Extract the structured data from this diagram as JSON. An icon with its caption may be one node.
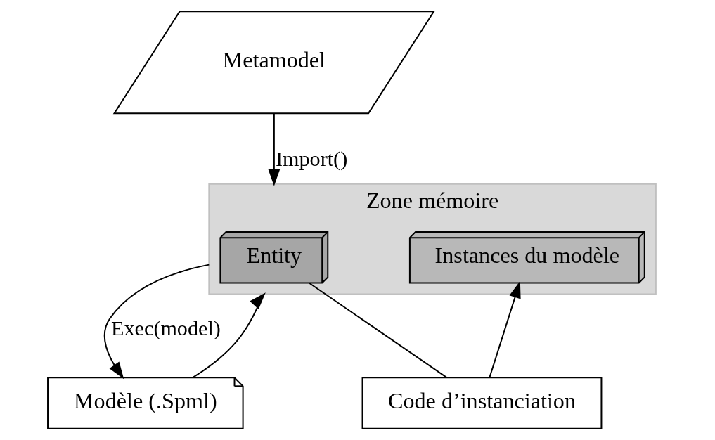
{
  "diagram": {
    "nodes": [
      {
        "text": [
          "Metamodel"
        ]
      },
      {
        "text": [
          "Zone mémoire"
        ]
      },
      {
        "text": [
          "Entity"
        ],
        "in": 1
      },
      {
        "text": [
          "Instances du modèle"
        ],
        "in": 1
      },
      {
        "text": [
          "Modèle (.Spml)"
        ]
      },
      {
        "text": [
          "Code d’instanciation"
        ]
      }
    ],
    "edges": [
      {
        "from": 0,
        "to": 1,
        "arrow": "to",
        "label": "Import()"
      },
      {
        "from": 1,
        "to": 4,
        "arrow": "to",
        "label": "Exec(model)"
      },
      {
        "from": 4,
        "to": 1,
        "arrow": "to"
      },
      {
        "from": 2,
        "to": 5,
        "arrow": "none"
      },
      {
        "from": 5,
        "to": 3,
        "arrow": "to"
      }
    ]
  }
}
